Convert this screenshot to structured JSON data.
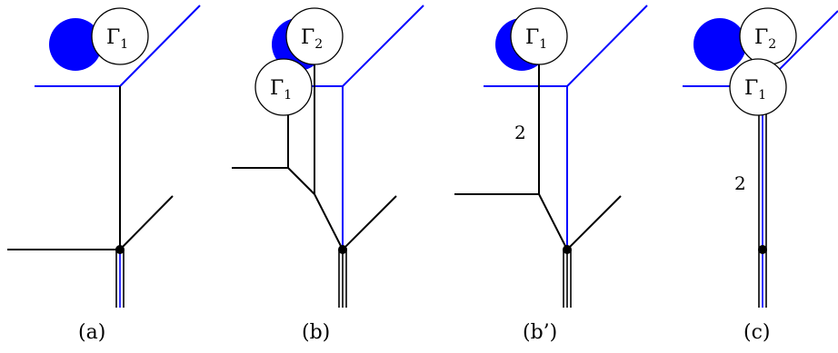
{
  "panels": [
    {
      "caption": "(a)",
      "gammas": [
        {
          "greek": "Γ",
          "index": "1"
        }
      ],
      "multiplicity": null
    },
    {
      "caption": "(b)",
      "gammas": [
        {
          "greek": "Γ",
          "index": "2"
        },
        {
          "greek": "Γ",
          "index": "1"
        }
      ],
      "multiplicity": null
    },
    {
      "caption": "(b’)",
      "gammas": [
        {
          "greek": "Γ",
          "index": "1"
        }
      ],
      "multiplicity": "2"
    },
    {
      "caption": "(c)",
      "gammas": [
        {
          "greek": "Γ",
          "index": "2"
        },
        {
          "greek": "Γ",
          "index": "1"
        }
      ],
      "multiplicity": "2"
    }
  ],
  "colors": {
    "line": "#000000",
    "blue": "#0000ff",
    "disk": "#0000ff",
    "circle_fill": "#ffffff"
  }
}
